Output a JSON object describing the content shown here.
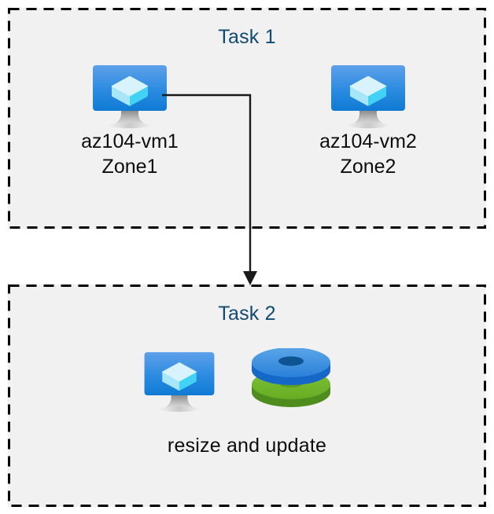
{
  "diagram": {
    "background": "#ffffff",
    "group_fill": "#f1f1f1",
    "group_border_color": "#000000",
    "title_color": "#134A71",
    "label_color": "#0d0d0d",
    "connector_color": "#1a1a1a"
  },
  "groups": [
    {
      "id": "task1",
      "title": "Task 1",
      "nodes": [
        {
          "id": "vm1",
          "icon": "virtual-machine-icon",
          "label_line1": "az104-vm1",
          "label_line2": "Zone1"
        },
        {
          "id": "vm2",
          "icon": "virtual-machine-icon",
          "label_line1": "az104-vm2",
          "label_line2": "Zone2"
        }
      ]
    },
    {
      "id": "task2",
      "title": "Task 2",
      "nodes": [
        {
          "id": "vm-resize",
          "icon": "virtual-machine-icon"
        },
        {
          "id": "disks",
          "icon": "managed-disks-icon"
        }
      ],
      "caption": "resize and update"
    }
  ],
  "connector": {
    "from": "vm1",
    "to": "task2",
    "style": "elbow-arrow",
    "arrowhead": "solid-triangle"
  },
  "icon_colors": {
    "vm_screen_top": "#5EA0EA",
    "vm_screen_bottom": "#0F7AD4",
    "vm_cube_light": "#D7F2FB",
    "vm_cube_mid": "#9FE3F7",
    "vm_cube_bright": "#46D6F7",
    "vm_stand_dark": "#7C7C7C",
    "vm_stand_light": "#D9D9D9",
    "disk_blue_top": "#3E8FDE",
    "disk_blue_side": "#1668C8",
    "disk_blue_hole": "#0E5099",
    "disk_green_top": "#6FB52B",
    "disk_green_side": "#4F8B1E",
    "disk_green_hole": "#5A9A22"
  }
}
